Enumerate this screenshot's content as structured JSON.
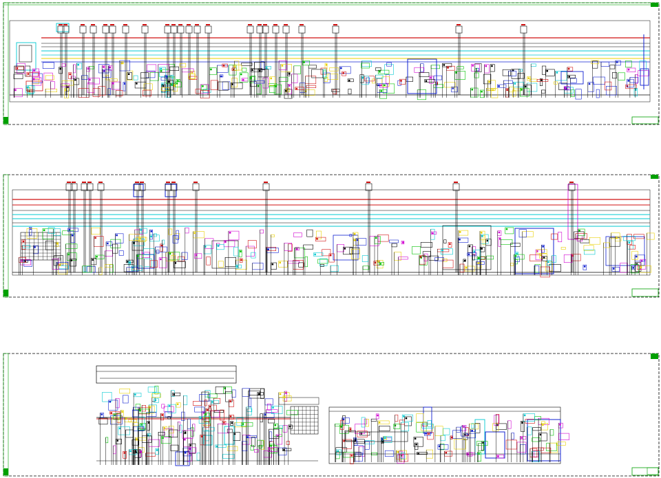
{
  "colors": {
    "background": "#ffffff",
    "frame": "#00a000",
    "frame_dash": "#000000",
    "bus_red": "#d01010",
    "bus_blue": "#1020d0",
    "bus_cyan": "#00c8d0",
    "bus_yellow": "#e8d000",
    "wire_black": "#000000",
    "wire_green": "#00c000",
    "wire_magenta": "#d000d0",
    "title_block": "#00a000"
  },
  "sheets": [
    {
      "id": "sheet-1",
      "icon": "schematic-sheet-icon"
    },
    {
      "id": "sheet-2",
      "icon": "schematic-sheet-icon"
    },
    {
      "id": "sheet-3",
      "icon": "schematic-sheet-icon"
    }
  ]
}
